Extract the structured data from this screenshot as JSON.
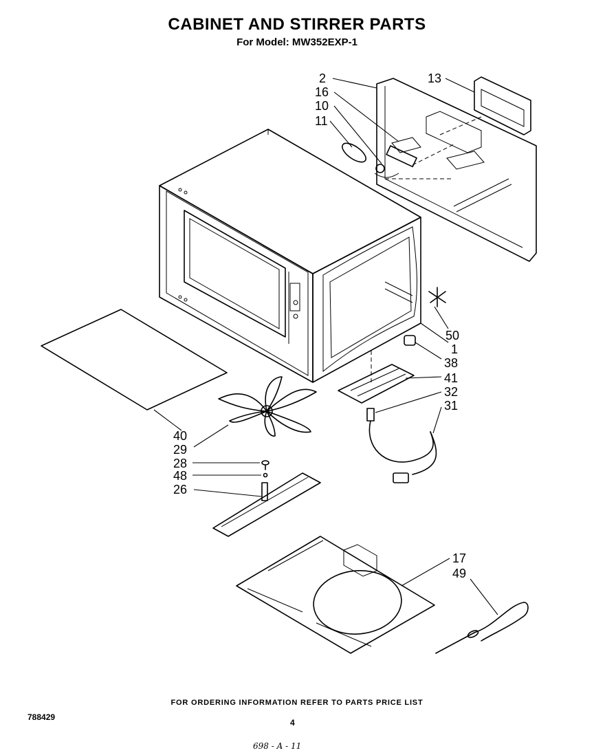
{
  "header": {
    "title": "CABINET AND STIRRER PARTS",
    "subtitle": "For Model: MW352EXP-1"
  },
  "callouts": [
    {
      "label": "2"
    },
    {
      "label": "16"
    },
    {
      "label": "10"
    },
    {
      "label": "11"
    },
    {
      "label": "13"
    },
    {
      "label": "50"
    },
    {
      "label": "1"
    },
    {
      "label": "38"
    },
    {
      "label": "41"
    },
    {
      "label": "32"
    },
    {
      "label": "31"
    },
    {
      "label": "40"
    },
    {
      "label": "29"
    },
    {
      "label": "28"
    },
    {
      "label": "48"
    },
    {
      "label": "26"
    },
    {
      "label": "17"
    },
    {
      "label": "49"
    }
  ],
  "footer": {
    "note": "FOR ORDERING INFORMATION REFER TO PARTS PRICE LIST",
    "doc_number": "788429",
    "page_number": "4",
    "handwritten": "698 - A - 11"
  }
}
